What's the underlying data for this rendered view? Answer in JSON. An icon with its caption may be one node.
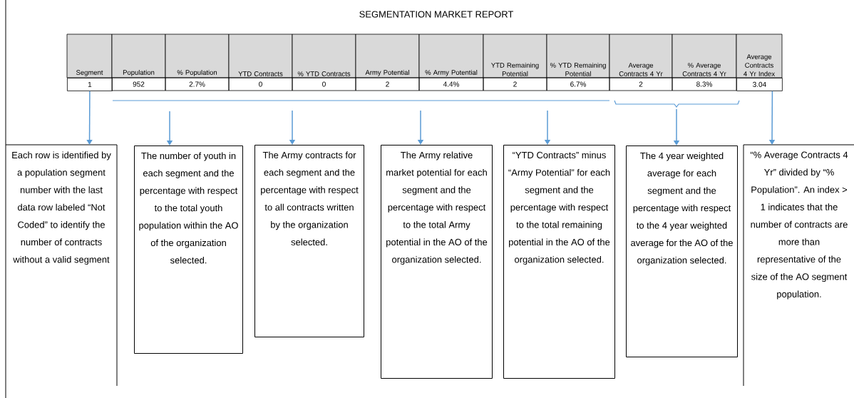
{
  "diagram": {
    "title": "SEGMENTATION MARKET REPORT",
    "nodes": [
      {
        "text": [
          "1"
        ]
      },
      {
        "text": [
          "3.04"
        ]
      },
      {
        "text": [
          "Each row is identified by a population segment number with the last data row labeled “Not Coded” to identify the number of contracts without a valid segment"
        ]
      },
      {
        "text": [
          "The number of youth in each segment and the percentage with respect to the total youth population within the AO of the organization selected."
        ]
      },
      {
        "text": [
          "The Army contracts for each segment and the percentage with respect to all contracts written by the organization selected."
        ]
      },
      {
        "text": [
          "The Army relative market potential for each segment and the percentage with respect to the total Army potential in the AO of the organization selected."
        ]
      },
      {
        "text": [
          "“YTD Contracts” minus “Army Potential” for each segment and the percentage with respect to the total remaining potential in the AO of the organization selected."
        ]
      },
      {
        "text": [
          "The 4 year weighted average for each segment and the percentage with respect to the 4 year weighted average for the AO of the organization selected."
        ]
      },
      {
        "text": [
          "“% Average Contracts 4 Yr” divided by “% Population”. An index > 1 indicates that the number of contracts are more than representative of the size of the AO segment population."
        ]
      }
    ],
    "edges": [
      {
        "from": 0,
        "to": 2,
        "arrow": "to"
      },
      {
        "from": null,
        "to": 3,
        "arrow": "to"
      },
      {
        "from": null,
        "to": 4,
        "arrow": "to"
      },
      {
        "from": null,
        "to": 5,
        "arrow": "to"
      },
      {
        "from": null,
        "to": 6,
        "arrow": "to"
      },
      {
        "from": null,
        "to": 7,
        "arrow": "to"
      },
      {
        "from": 1,
        "to": 8,
        "arrow": "to"
      }
    ],
    "labels": [
      "Segment",
      "Population",
      "% Population",
      "YTD Contracts",
      "% YTD Contracts",
      "Army Potential",
      "% Army Potential",
      "YTD Remaining Potential",
      "% YTD Remaining Potential",
      "Average Contracts 4 Yr",
      "% Average Contracts 4 Yr",
      "Average Contracts 4 Yr Index",
      "952",
      "2.7%",
      "0",
      "0",
      "2",
      "4.4%",
      "2",
      "6.7%",
      "2",
      "8.3%"
    ]
  }
}
